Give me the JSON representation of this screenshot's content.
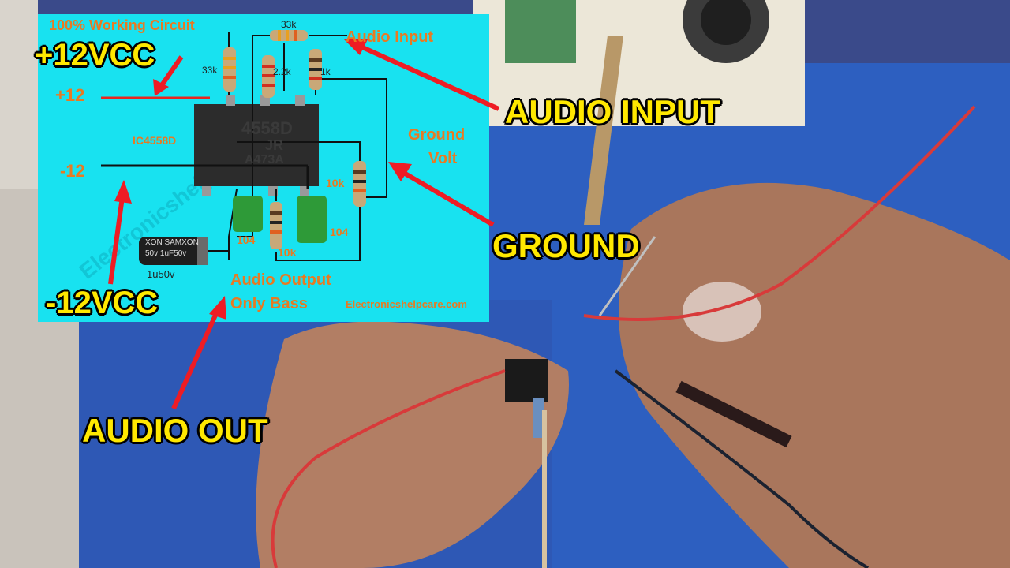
{
  "callouts": {
    "plus_12vcc": "+12VCC",
    "minus_12vcc": "-12VCC",
    "audio_input": "AUDIO INPUT",
    "ground": "GROUND",
    "audio_out": "AUDIO OUT"
  },
  "schematic": {
    "title": "100% Working Circuit",
    "plus12": "+12",
    "minus12": "-12",
    "ic_label": "IC4558D",
    "ic_marking_1": "4558D",
    "ic_marking_2": "JR",
    "ic_marking_3": "A473A",
    "audio_input": "Audio Input",
    "ground_volt_1": "Ground",
    "ground_volt_2": "Volt",
    "audio_output_1": "Audio Output",
    "audio_output_2": "Only Bass",
    "website": "Electronicshelpcare.com",
    "watermark": "Electronicshelpcare.com",
    "r_33k_top": "33k",
    "r_33k_left": "33k",
    "r_22k": "2.2k",
    "r_1k": "1k",
    "r_10k_right": "10k",
    "r_10k_bottom": "10k",
    "cap_104_left": "104",
    "cap_104_right": "104",
    "cap_elec": "1u50v",
    "cap_elec_brand": "XON SAMXON",
    "cap_elec_rating": "50v 1uF50v"
  },
  "colors": {
    "panel": "#18e2f0",
    "callout_text": "#ffe800",
    "arrow": "#ee1c24",
    "label_orange": "#e87a22"
  }
}
